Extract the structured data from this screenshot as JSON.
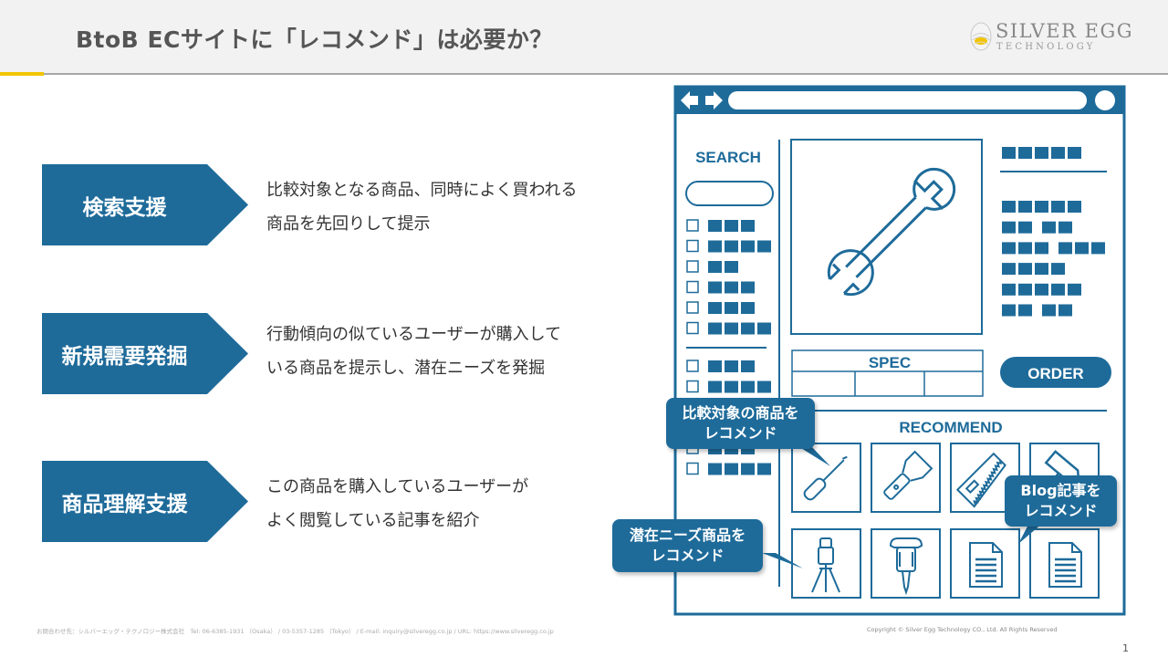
{
  "header": {
    "title": "BtoB ECサイトに「レコメンド」は必要か？",
    "logo": {
      "line1": "SILVER EGG",
      "line2": "TECHNOLOGY"
    }
  },
  "items": [
    {
      "label": "検索支援",
      "desc_line1": "比較対象となる商品、同時によく買われる",
      "desc_line2": "商品を先回りして提示"
    },
    {
      "label": "新規需要発掘",
      "desc_line1": "行動傾向の似ているユーザーが購入して",
      "desc_line2": "いる商品を提示し、潜在ニーズを発掘"
    },
    {
      "label": "商品理解支援",
      "desc_line1": "この商品を購入しているユーザーが",
      "desc_line2": "よく閲覧している記事を紹介"
    }
  ],
  "mockup": {
    "search_label": "SEARCH",
    "spec_label": "SPEC",
    "order_label": "ORDER",
    "recommend_label": "RECOMMEND"
  },
  "bubbles": [
    {
      "line1": "比較対象の商品を",
      "line2": "レコメンド"
    },
    {
      "line1": "潜在ニーズ商品を",
      "line2": "レコメンド"
    },
    {
      "line1": "Blog記事を",
      "line2": "レコメンド"
    }
  ],
  "footer": {
    "contact": "お問合わせ先：シルバーエッグ・テクノロジー株式会社　Tel: 06-6385-1931 （Osaka） / 03-5357-1285 （Tokyo） / E-mail: inquiry@silveregg.co.jp / URL: https://www.silveregg.co.jp",
    "copyright": "Copyright © Silver Egg Technology CO., Ltd. All Rights Reserved",
    "page_number": "1"
  },
  "colors": {
    "accent": "#1e6b9a",
    "highlight": "#f2c500"
  }
}
